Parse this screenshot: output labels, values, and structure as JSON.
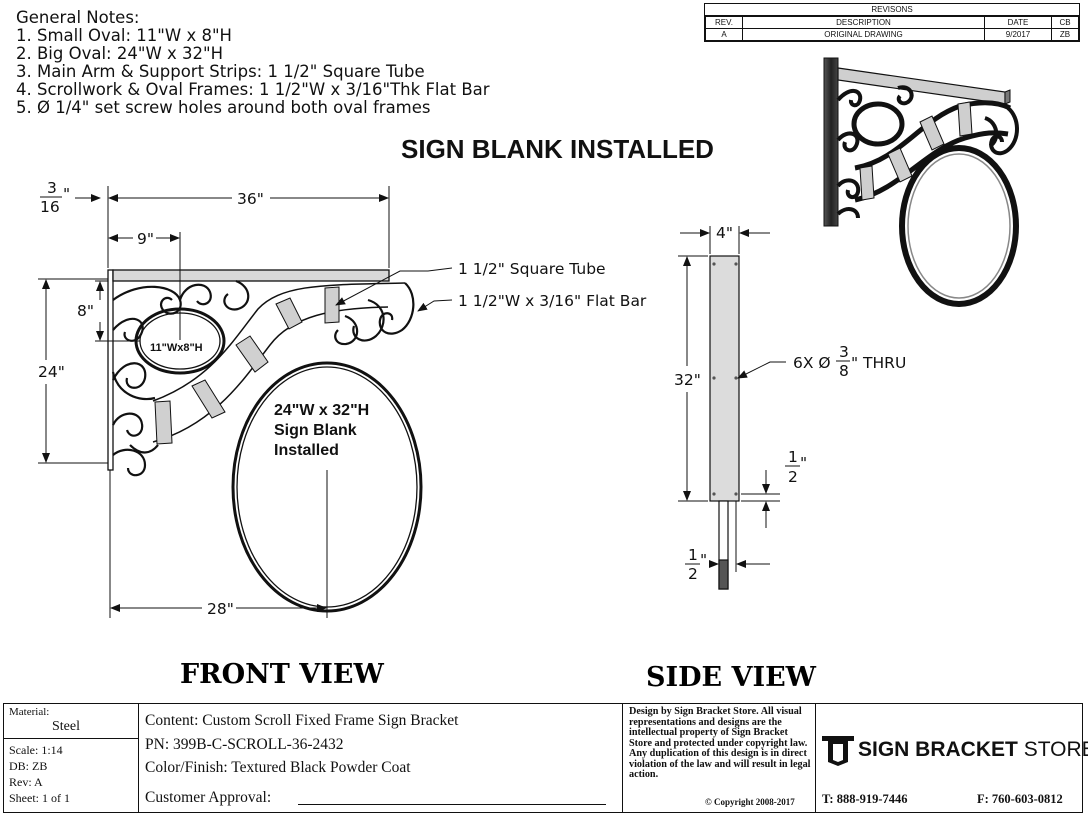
{
  "notes": {
    "title": "General Notes:",
    "items": [
      "1. Small Oval: 11\"W x 8\"H",
      "2. Big Oval: 24\"W x 32\"H",
      "3. Main Arm & Support Strips: 1 1/2\" Square Tube",
      "4. Scrollwork & Oval Frames: 1 1/2\"W x 3/16\"Thk Flat Bar",
      "5. Ø 1/4\" set screw holes around both oval frames"
    ]
  },
  "heading": "SIGN BLANK INSTALLED",
  "revisions": {
    "caption": "REVISONS",
    "headers": [
      "REV.",
      "DESCRIPTION",
      "DATE",
      "CB"
    ],
    "rows": [
      [
        "A",
        "ORIGINAL DRAWING",
        "9/2017",
        "ZB"
      ]
    ]
  },
  "front_view": {
    "label": "FRONT VIEW",
    "dim_thickness_num": "3",
    "dim_thickness_den": "16",
    "dim_thickness_unit": "\"",
    "dim_length": "36\"",
    "dim_offset": "9\"",
    "dim_small_height": "8\"",
    "dim_height": "24\"",
    "dim_width": "28\"",
    "small_oval_label": "11\"Wx8\"H",
    "big_oval_label": [
      "24\"W x 32\"H",
      "Sign Blank",
      "Installed"
    ],
    "callout_tube": "1 1/2\" Square Tube",
    "callout_flat": "1 1/2\"W x 3/16\" Flat Bar"
  },
  "side_view": {
    "label": "SIDE VIEW",
    "dim_width": "4\"",
    "dim_height": "32\"",
    "holes_prefix": "6X Ø",
    "holes_num": "3",
    "holes_den": "8",
    "holes_suffix": "\" THRU",
    "half_num": "1",
    "half_den": "2",
    "half_unit": "\""
  },
  "title_block": {
    "material_label": "Material:",
    "material_value": "Steel",
    "scale": "Scale: 1:14",
    "db": "DB: ZB",
    "rev": "Rev: A",
    "sheet": "Sheet: 1 of 1",
    "content": "Content: Custom Scroll Fixed Frame Sign Bracket",
    "pn": "PN: 399B-C-SCROLL-36-2432",
    "finish": "Color/Finish: Textured Black Powder Coat",
    "approval": "Customer Approval:",
    "legal": "Design by Sign Bracket Store. All visual representations and designs are the intellectual property of Sign Bracket Store and protected under copyright law. Any duplication of this design is in direct violation of the law and will result in legal action.",
    "copyright": "© Copyright 2008-2017",
    "logo_bold": "SIGN BRACKET",
    "logo_light": "STORE",
    "phone": "T: 888-919-7446",
    "fax": "F: 760-603-0812"
  }
}
